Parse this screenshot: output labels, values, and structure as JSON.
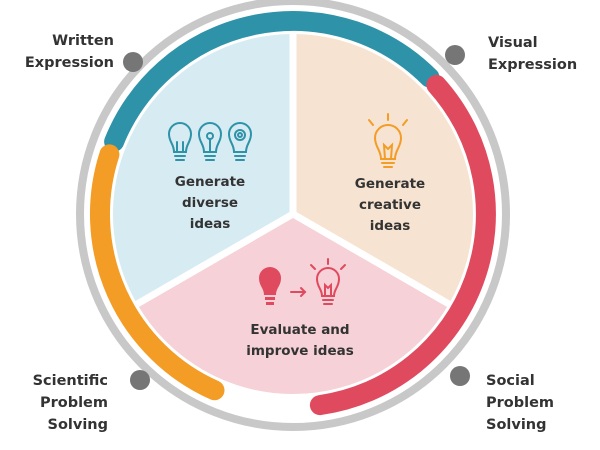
{
  "diagram": {
    "corner_labels": {
      "written": [
        "Written",
        "Expression"
      ],
      "visual": [
        "Visual",
        "Expression"
      ],
      "scientific": [
        "Scientific",
        "Problem",
        "Solving"
      ],
      "social": [
        "Social",
        "Problem",
        "Solving"
      ]
    },
    "segments": {
      "diverse": [
        "Generate",
        "diverse",
        "ideas"
      ],
      "creative": [
        "Generate",
        "creative",
        "ideas"
      ],
      "evaluate": [
        "Evaluate and",
        "improve ideas"
      ]
    },
    "icons": {
      "diverse": "three-lightbulbs-icon",
      "creative": "glowing-lightbulb-icon",
      "evaluate": "lightbulb-improve-icon"
    },
    "colors": {
      "teal": "#2E93A9",
      "red": "#E04A5F",
      "orange": "#F39C26",
      "grey_ring": "#C8C8C8",
      "marker": "#767676",
      "segment_blue": "#D6EBF2",
      "segment_peach": "#F7E3D1",
      "segment_pink": "#F6D1D7",
      "text": "#333333"
    }
  }
}
